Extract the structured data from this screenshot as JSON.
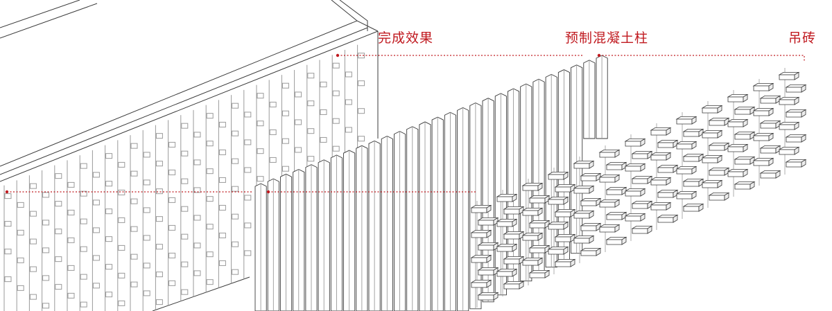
{
  "labels": {
    "effect": "完成效果",
    "column": "预制混凝土柱",
    "brick": "吊砖"
  },
  "colors": {
    "accent": "#c0191f",
    "line": "#3a3a3a",
    "fine_line": "#9a9a9a",
    "background": "#ffffff"
  }
}
